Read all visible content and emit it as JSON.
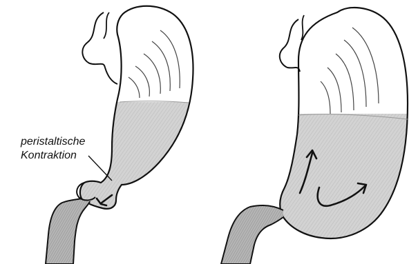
{
  "annotation": {
    "line1": "peristaltische",
    "line2": "Kontraktion"
  },
  "colors": {
    "outline": "#111111",
    "fill": "#c8c8c8",
    "background": "#ffffff"
  },
  "panels": [
    {
      "name": "stomach-with-peristaltic-contraction"
    },
    {
      "name": "stomach-mixing"
    }
  ]
}
